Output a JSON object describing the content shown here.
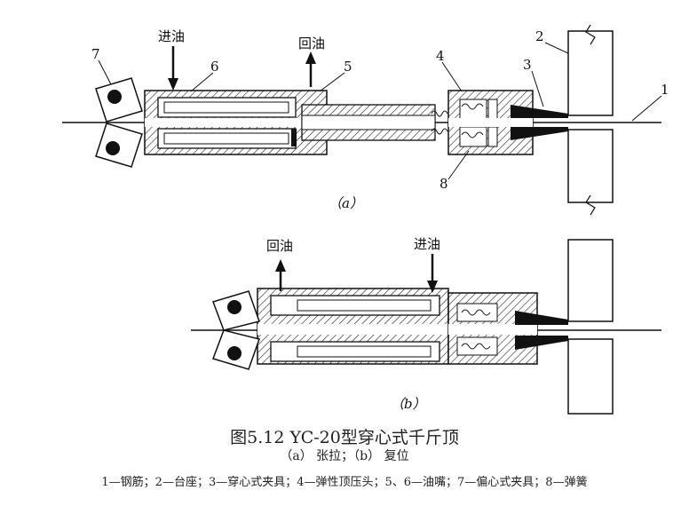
{
  "diagram": {
    "part_labels": [
      "1",
      "2",
      "3",
      "4",
      "5",
      "6",
      "7",
      "8"
    ],
    "oil_in": "进油",
    "oil_return": "回油",
    "sub_a": "（a）",
    "sub_b": "（b）"
  },
  "caption": {
    "title": "图5.12  YC-20型穿心式千斤顶",
    "subtitle": "（a） 张拉；（b） 复位",
    "legend": "1—钢筋；2—台座；3—穿心式夹具；4—弹性顶压头；5、6—油嘴；7—偏心式夹具；8—弹簧"
  }
}
